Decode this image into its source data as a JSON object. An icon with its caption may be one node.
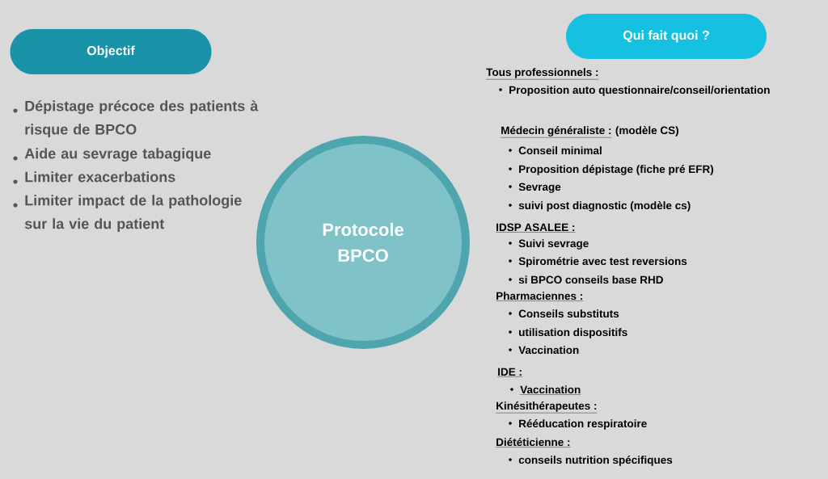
{
  "diagram": {
    "nodes": [
      {
        "text": [
          "Objectif"
        ]
      },
      {
        "text": [
          "Protocole BPCO"
        ]
      },
      {
        "text": [
          "Qui fait quoi ?"
        ]
      }
    ],
    "labels": [
      "Dépistage précoce des patients à risque de BPCO",
      "Aide au sevrage tabagique",
      "Limiter exacerbations",
      "Limiter impact de la pathologie sur la vie du patient",
      "Tous professionnels :",
      "Proposition auto questionnaire/conseil/orientation",
      "Médecin généraliste :",
      "(modèle CS)",
      "Conseil minimal",
      "Proposition dépistage (fiche pré EFR)",
      "Sevrage",
      "suivi post diagnostic (modèle cs)",
      "IDSP ASALEE :",
      "Suivi sevrage",
      "Spirométrie avec test reversions",
      "si BPCO conseils base RHD",
      "Pharmaciennes :",
      "Conseils substituts",
      "utilisation dispositifs",
      "Vaccination",
      "IDE :",
      "Vaccination",
      "Kinésithérapeutes :",
      "Rééducation respiratoire",
      "Diététicienne :",
      "conseils nutrition spécifiques"
    ]
  }
}
